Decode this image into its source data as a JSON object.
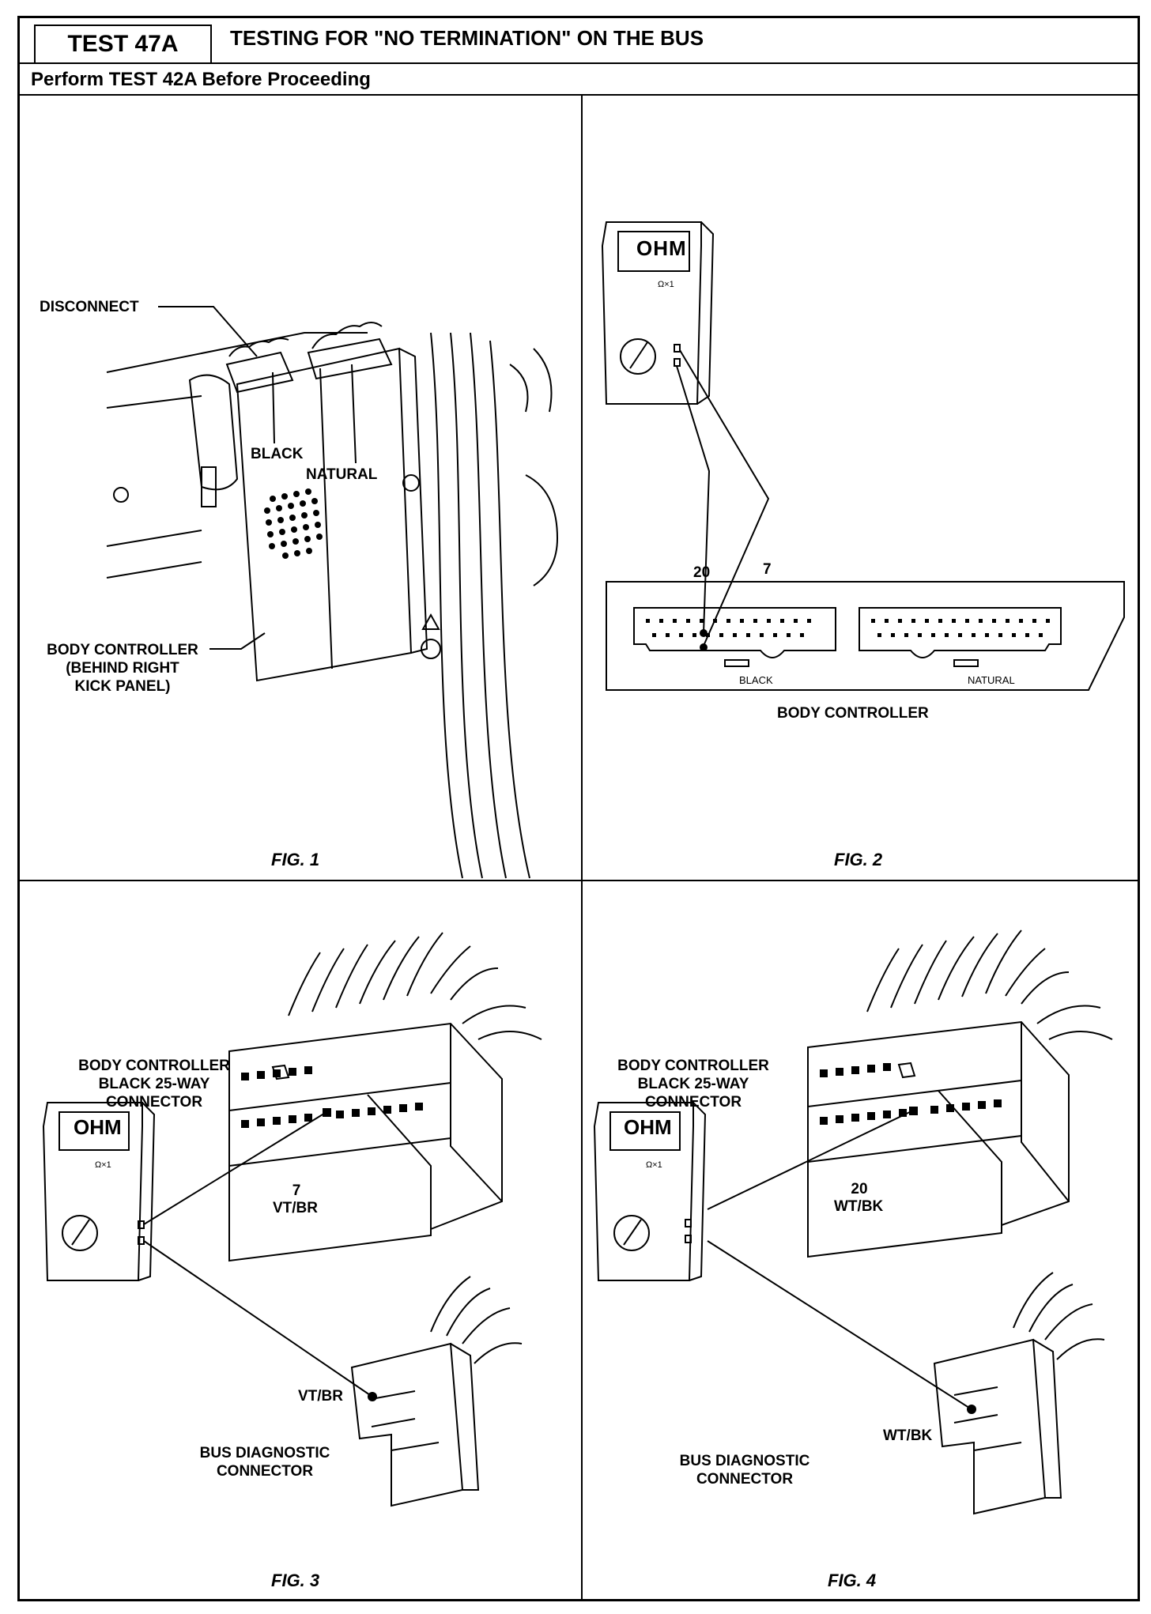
{
  "header": {
    "test_number": "TEST 47A",
    "title": "TESTING FOR \"NO TERMINATION\" ON THE BUS",
    "subtitle": "Perform TEST 42A Before Proceeding"
  },
  "fig1": {
    "caption": "FIG. 1",
    "disconnect": "DISCONNECT",
    "black": "BLACK",
    "natural": "NATURAL",
    "body_controller": [
      "BODY CONTROLLER",
      "(BEHIND RIGHT",
      "KICK PANEL)"
    ]
  },
  "fig2": {
    "caption": "FIG. 2",
    "meter_display": "OHM",
    "meter_range": "Ω×1",
    "pin_20": "20",
    "pin_7": "7",
    "black": "BLACK",
    "natural": "NATURAL",
    "body_controller": "BODY CONTROLLER"
  },
  "fig3": {
    "caption": "FIG. 3",
    "connector_label": [
      "BODY CONTROLLER",
      "BLACK 25-WAY",
      "CONNECTOR"
    ],
    "meter_display": "OHM",
    "meter_range": "Ω×1",
    "pin": "7",
    "wire_top": "VT/BR",
    "wire_bottom": "VT/BR",
    "bus_connector": [
      "BUS DIAGNOSTIC",
      "CONNECTOR"
    ]
  },
  "fig4": {
    "caption": "FIG. 4",
    "connector_label": [
      "BODY CONTROLLER",
      "BLACK 25-WAY",
      "CONNECTOR"
    ],
    "meter_display": "OHM",
    "meter_range": "Ω×1",
    "pin": "20",
    "wire_top": "WT/BK",
    "wire_bottom": "WT/BK",
    "bus_connector": [
      "BUS DIAGNOSTIC",
      "CONNECTOR"
    ]
  }
}
